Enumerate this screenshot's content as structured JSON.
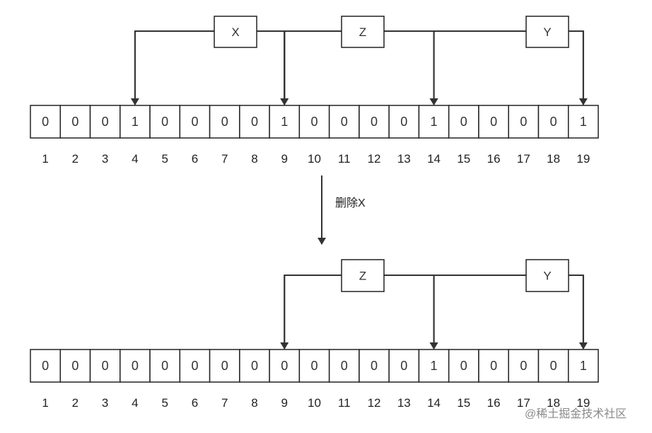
{
  "operation": {
    "label": "删除X"
  },
  "watermark": {
    "text": "@稀土掘金技术社区"
  },
  "before": {
    "bits": [
      0,
      0,
      0,
      1,
      0,
      0,
      0,
      0,
      1,
      0,
      0,
      0,
      0,
      1,
      0,
      0,
      0,
      0,
      1
    ],
    "indices": [
      "1",
      "2",
      "3",
      "4",
      "5",
      "6",
      "7",
      "8",
      "9",
      "10",
      "11",
      "12",
      "13",
      "14",
      "15",
      "16",
      "17",
      "18",
      "19"
    ],
    "keys": [
      {
        "label": "X",
        "targets": [
          4,
          9
        ]
      },
      {
        "label": "Z",
        "targets": [
          9,
          14
        ]
      },
      {
        "label": "Y",
        "targets": [
          14,
          19
        ]
      }
    ]
  },
  "after": {
    "bits": [
      0,
      0,
      0,
      0,
      0,
      0,
      0,
      0,
      0,
      0,
      0,
      0,
      0,
      1,
      0,
      0,
      0,
      0,
      1
    ],
    "indices": [
      "1",
      "2",
      "3",
      "4",
      "5",
      "6",
      "7",
      "8",
      "9",
      "10",
      "11",
      "12",
      "13",
      "14",
      "15",
      "16",
      "17",
      "18",
      "19"
    ],
    "keys": [
      {
        "label": "Z",
        "targets": [
          9,
          14
        ]
      },
      {
        "label": "Y",
        "targets": [
          14,
          19
        ]
      }
    ]
  }
}
